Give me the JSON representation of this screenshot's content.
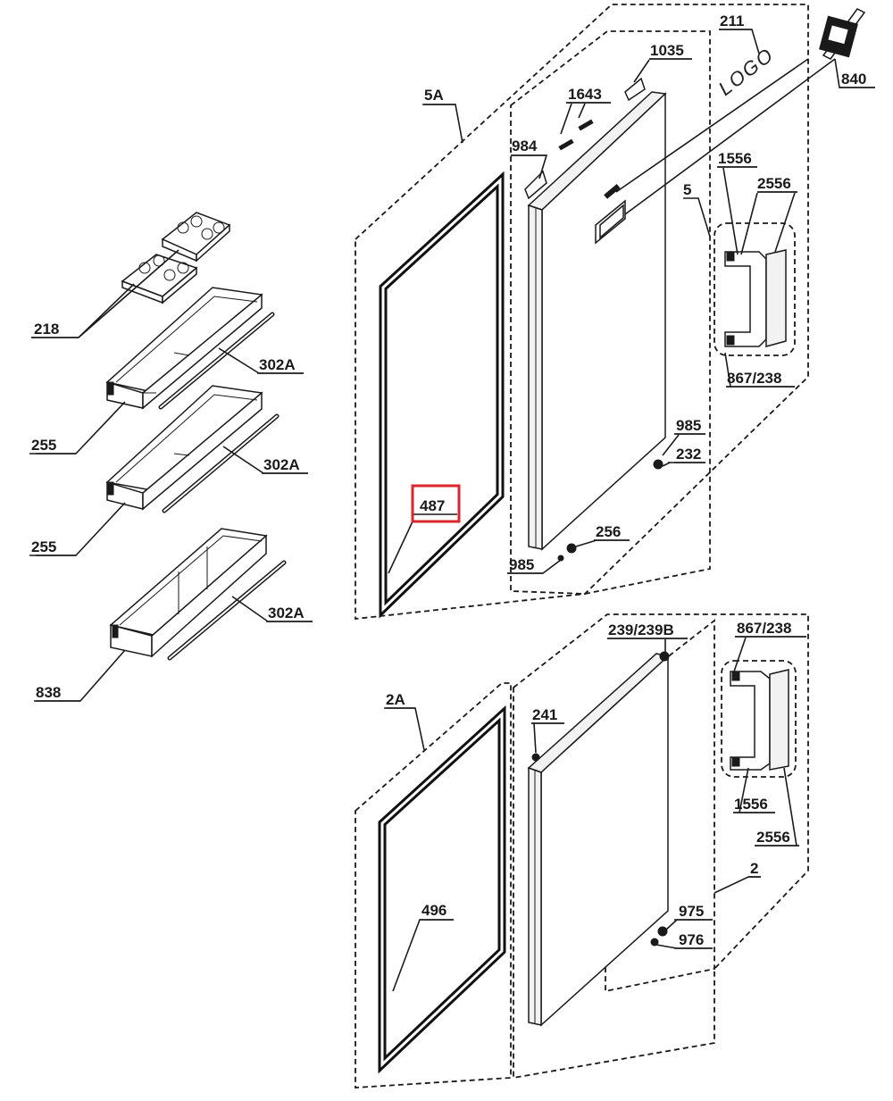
{
  "callouts": {
    "c218": "218",
    "c255a": "255",
    "c255b": "255",
    "c838": "838",
    "c302a1": "302A",
    "c302a2": "302A",
    "c302a3": "302A",
    "c5a": "5A",
    "c487": "487",
    "c2a": "2A",
    "c496": "496",
    "c984": "984",
    "c1643": "1643",
    "c1035": "1035",
    "c211": "211",
    "c840": "840",
    "c1556a": "1556",
    "c2556a": "2556",
    "c5": "5",
    "c867a": "867/238",
    "c985a": "985",
    "c232": "232",
    "c256": "256",
    "c985b": "985",
    "c239": "239/239B",
    "c241": "241",
    "c867b": "867/238",
    "c1556b": "1556",
    "c2556b": "2556",
    "c2": "2",
    "c975": "975",
    "c976": "976"
  },
  "logo_text": "LOGO",
  "highlight": {
    "label": "487",
    "color": "#d9262c"
  }
}
